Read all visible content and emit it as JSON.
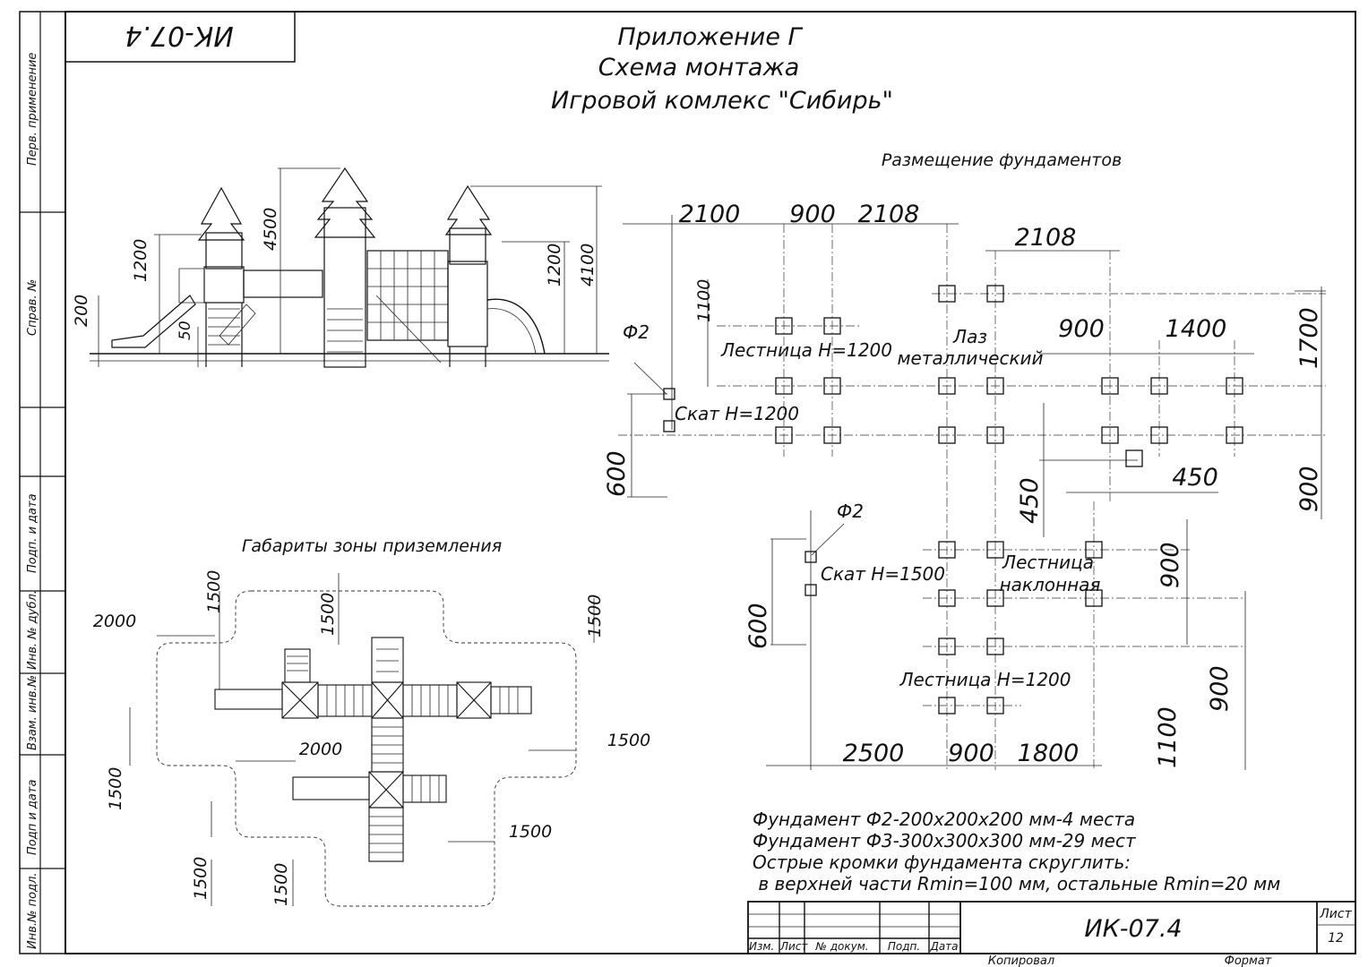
{
  "document": {
    "doc_code": "ИК-07.4",
    "title_lines": [
      "Приложение Г",
      "Схема монтажа",
      "Игровой комлекс \"Сибирь\""
    ]
  },
  "side_stamp": {
    "labels": [
      "Перв. примeнение",
      "Справ. №",
      "Подп. и дата",
      "Инв. № дубл.",
      "Взам. инв.№",
      "Подп и дата",
      "Инв.№ подл."
    ]
  },
  "elevation": {
    "dims": [
      "1200",
      "4500",
      "1200",
      "4100",
      "200",
      "50"
    ]
  },
  "foundation_plan": {
    "title": "Размещение фундаментов",
    "dims_top": [
      "2100",
      "900",
      "2108",
      "2108"
    ],
    "dims_left": [
      "1100",
      "600",
      "600"
    ],
    "dims_right": [
      "900",
      "1400",
      "1700",
      "450",
      "900",
      "450",
      "900",
      "900",
      "1100"
    ],
    "dims_bottom": [
      "2500",
      "900",
      "1800"
    ],
    "labels": {
      "f2_a": "Ф2",
      "f2_b": "Ф2",
      "ladder_1": "Лестница Н=1200",
      "slide_1": "Скат Н=1200",
      "climber": [
        "Лаз",
        "металлический"
      ],
      "slide_2": "Скат Н=1500",
      "ladder_inclined": [
        "Лестница",
        "наклонная"
      ],
      "ladder_2": "Лестница Н=1200"
    }
  },
  "landing_zone": {
    "title": "Габариты зоны приземления",
    "dims": [
      "1500",
      "2000",
      "1500",
      "1500",
      "1500",
      "2000",
      "1500",
      "1500",
      "1500",
      "1500"
    ]
  },
  "notes": [
    "Фундамент Ф2-200х200х200 мм-4 места",
    "Фундамент Ф3-300х300х300 мм-29 мест",
    "Острые кромки фундамента скруглить:",
    " в верхней части Rmin=100 мм, остальные Rmin=20 мм"
  ],
  "title_block": {
    "headers": [
      "Изм.",
      "Лист",
      "№ докум.",
      "Подп.",
      "Дата"
    ],
    "code": "ИК-07.4",
    "sheet_label": "Лист",
    "sheet_no": "12",
    "copied": "Копировал",
    "format": "Формат"
  }
}
